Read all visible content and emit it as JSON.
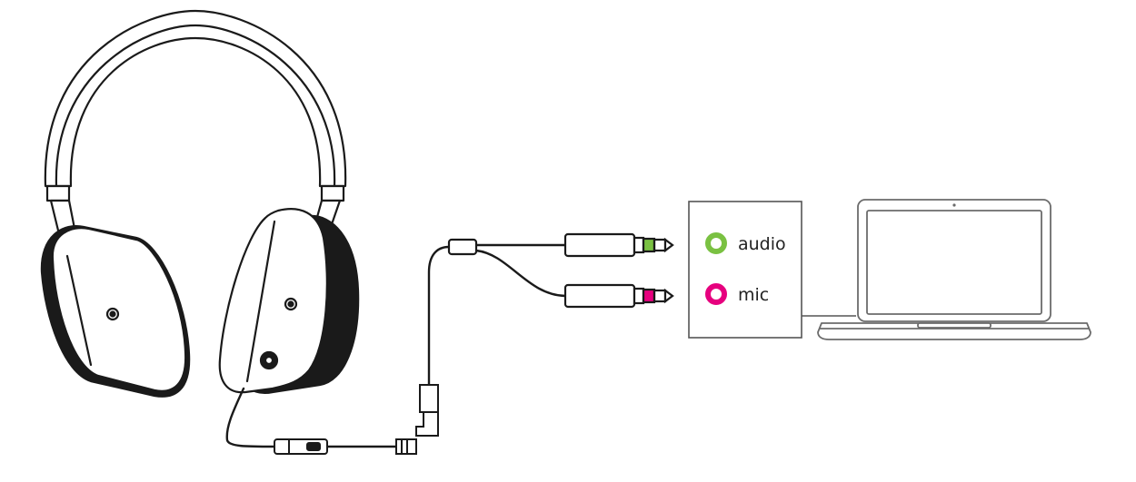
{
  "ports": [
    {
      "id": "audio",
      "label": "audio",
      "color": "#7ac142"
    },
    {
      "id": "mic",
      "label": "mic",
      "color": "#e6007e"
    }
  ],
  "colors": {
    "line": "#1a1a1a",
    "panel_stroke": "#555555",
    "laptop_stroke": "#6b6b6b",
    "background": "#ffffff"
  },
  "icons": {
    "headset": "headset-icon",
    "laptop": "laptop-icon",
    "splitter": "splitter-cable-icon"
  }
}
